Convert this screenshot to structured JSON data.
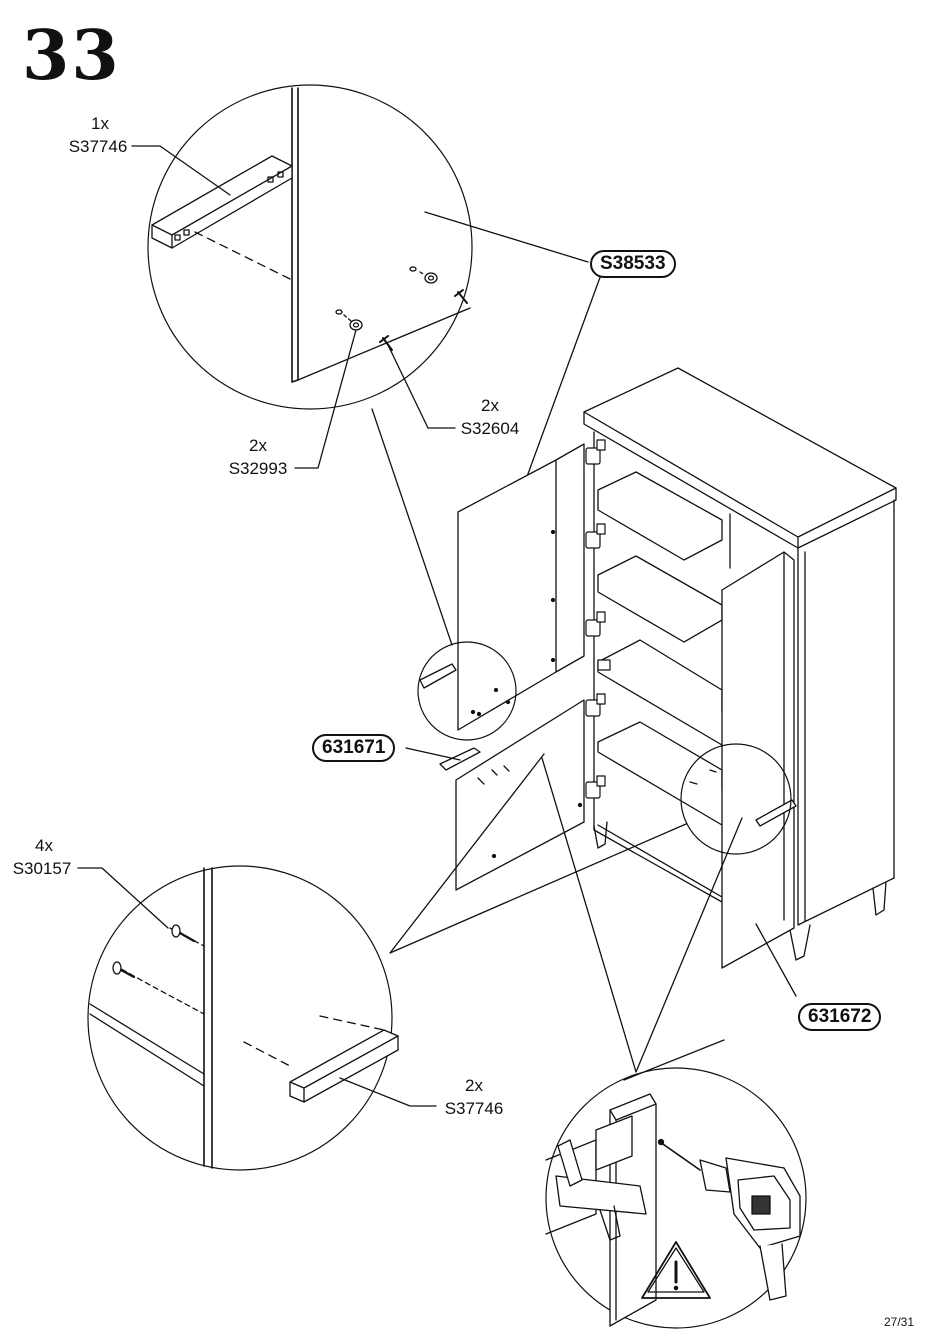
{
  "step_number": "33",
  "callouts": {
    "top_qty": "1x",
    "top_part": "S37746",
    "part_s38533": "S38533",
    "qty_s32604": "2x",
    "part_s32604": "S32604",
    "qty_s32993": "2x",
    "part_s32993": "S32993",
    "part_631671": "631671",
    "qty_s30157": "4x",
    "part_s30157": "S30157",
    "qty_s37746_b": "2x",
    "part_s37746_b": "S37746",
    "part_631672": "631672"
  },
  "page_number": "27/31"
}
